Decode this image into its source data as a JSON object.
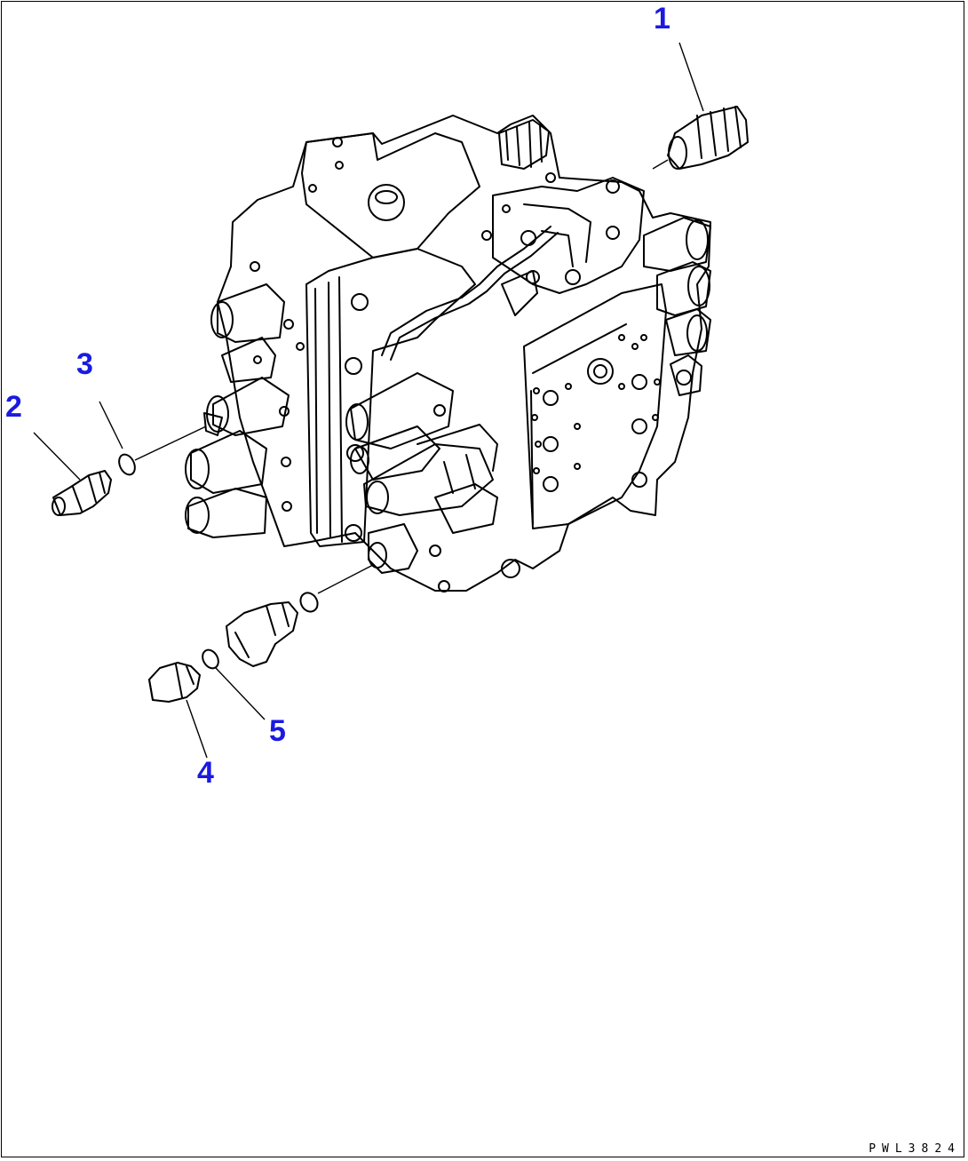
{
  "callouts": [
    {
      "id": "1",
      "label": "1"
    },
    {
      "id": "2",
      "label": "2"
    },
    {
      "id": "3",
      "label": "3"
    },
    {
      "id": "4",
      "label": "4"
    },
    {
      "id": "5",
      "label": "5"
    }
  ],
  "drawing_code": "PWL3824",
  "colors": {
    "callout": "#1a1ae0",
    "line": "#000000",
    "background": "#ffffff"
  }
}
